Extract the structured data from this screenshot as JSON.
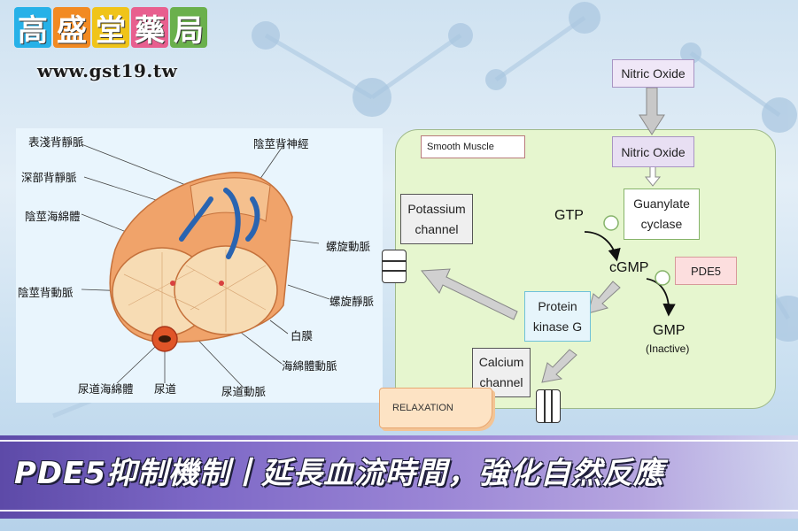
{
  "logo": {
    "chars": [
      {
        "text": "高",
        "color": "#27b1e8"
      },
      {
        "text": "盛",
        "color": "#f28a22"
      },
      {
        "text": "堂",
        "color": "#f0c419"
      },
      {
        "text": "藥",
        "color": "#e85f8f"
      },
      {
        "text": "局",
        "color": "#6ab04c"
      }
    ],
    "url": "www.gst19.tw"
  },
  "anatomy": {
    "labels": {
      "superficial_dorsal_vein": "表淺背靜脈",
      "deep_dorsal_vein": "深部背靜脈",
      "corpus_cavernosum": "陰莖海綿體",
      "dorsal_artery": "陰莖背動脈",
      "dorsal_nerve": "陰莖背神經",
      "helicine_artery": "螺旋動脈",
      "helicine_vein": "螺旋靜脈",
      "tunica_albuginea": "白膜",
      "cavernous_artery": "海綿體動脈",
      "corpus_spongiosum": "尿道海綿體",
      "urethra": "尿道",
      "urethral_artery": "尿道動脈"
    }
  },
  "mechanism": {
    "smooth_muscle": "Smooth Muscle",
    "nitric_oxide_top": "Nitric Oxide",
    "nitric_oxide_mid": "Nitric Oxide",
    "guanylate_line1": "Guanylate",
    "guanylate_line2": "cyclase",
    "gtp": "GTP",
    "cgmp": "cGMP",
    "pde5": "PDE5",
    "gmp": "GMP",
    "inactive": "(Inactive)",
    "potassium_line1": "Potassium",
    "potassium_line2": "channel",
    "protein_line1": "Protein",
    "protein_line2": "kinase G",
    "calcium_line1": "Calcium",
    "calcium_line2": "channel",
    "relaxation": "RELAXATION"
  },
  "banner": {
    "title": "PDE5抑制機制丨延長血流時間，強化自然反應"
  }
}
